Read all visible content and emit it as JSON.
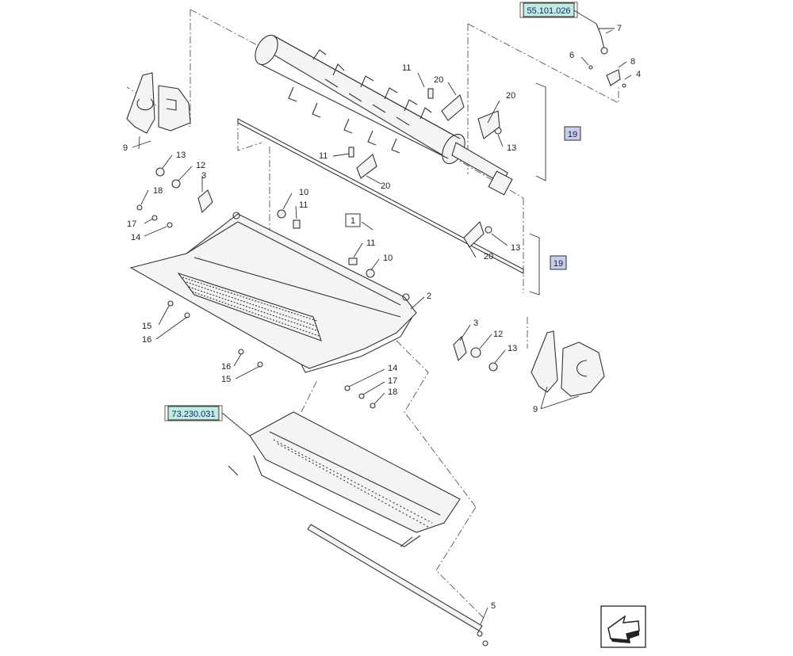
{
  "references": {
    "r55": "55.101.026",
    "r73": "73.230.031",
    "r19a": "19",
    "r19b": "19",
    "r1": "1"
  },
  "callouts": {
    "c7": "7",
    "c6": "6",
    "c8": "8",
    "c4": "4",
    "c11a": "11",
    "c20a": "20",
    "c20b": "20",
    "c13a": "13",
    "c11b": "11",
    "c20c": "20",
    "c9a": "9",
    "c13b": "13",
    "c12a": "12",
    "c3a": "3",
    "c18a": "18",
    "c17a": "17",
    "c14a": "14",
    "c10a": "10",
    "c11c": "11",
    "c11d": "11",
    "c10b": "10",
    "c13c": "13",
    "c20d": "20",
    "c2": "2",
    "c15a": "15",
    "c16a": "16",
    "c3b": "3",
    "c12b": "12",
    "c13d": "13",
    "c16b": "16",
    "c15b": "15",
    "c14b": "14",
    "c17b": "17",
    "c18b": "18",
    "c9b": "9",
    "c5": "5"
  },
  "icons": {
    "nav": "next-page-arrow-icon"
  }
}
